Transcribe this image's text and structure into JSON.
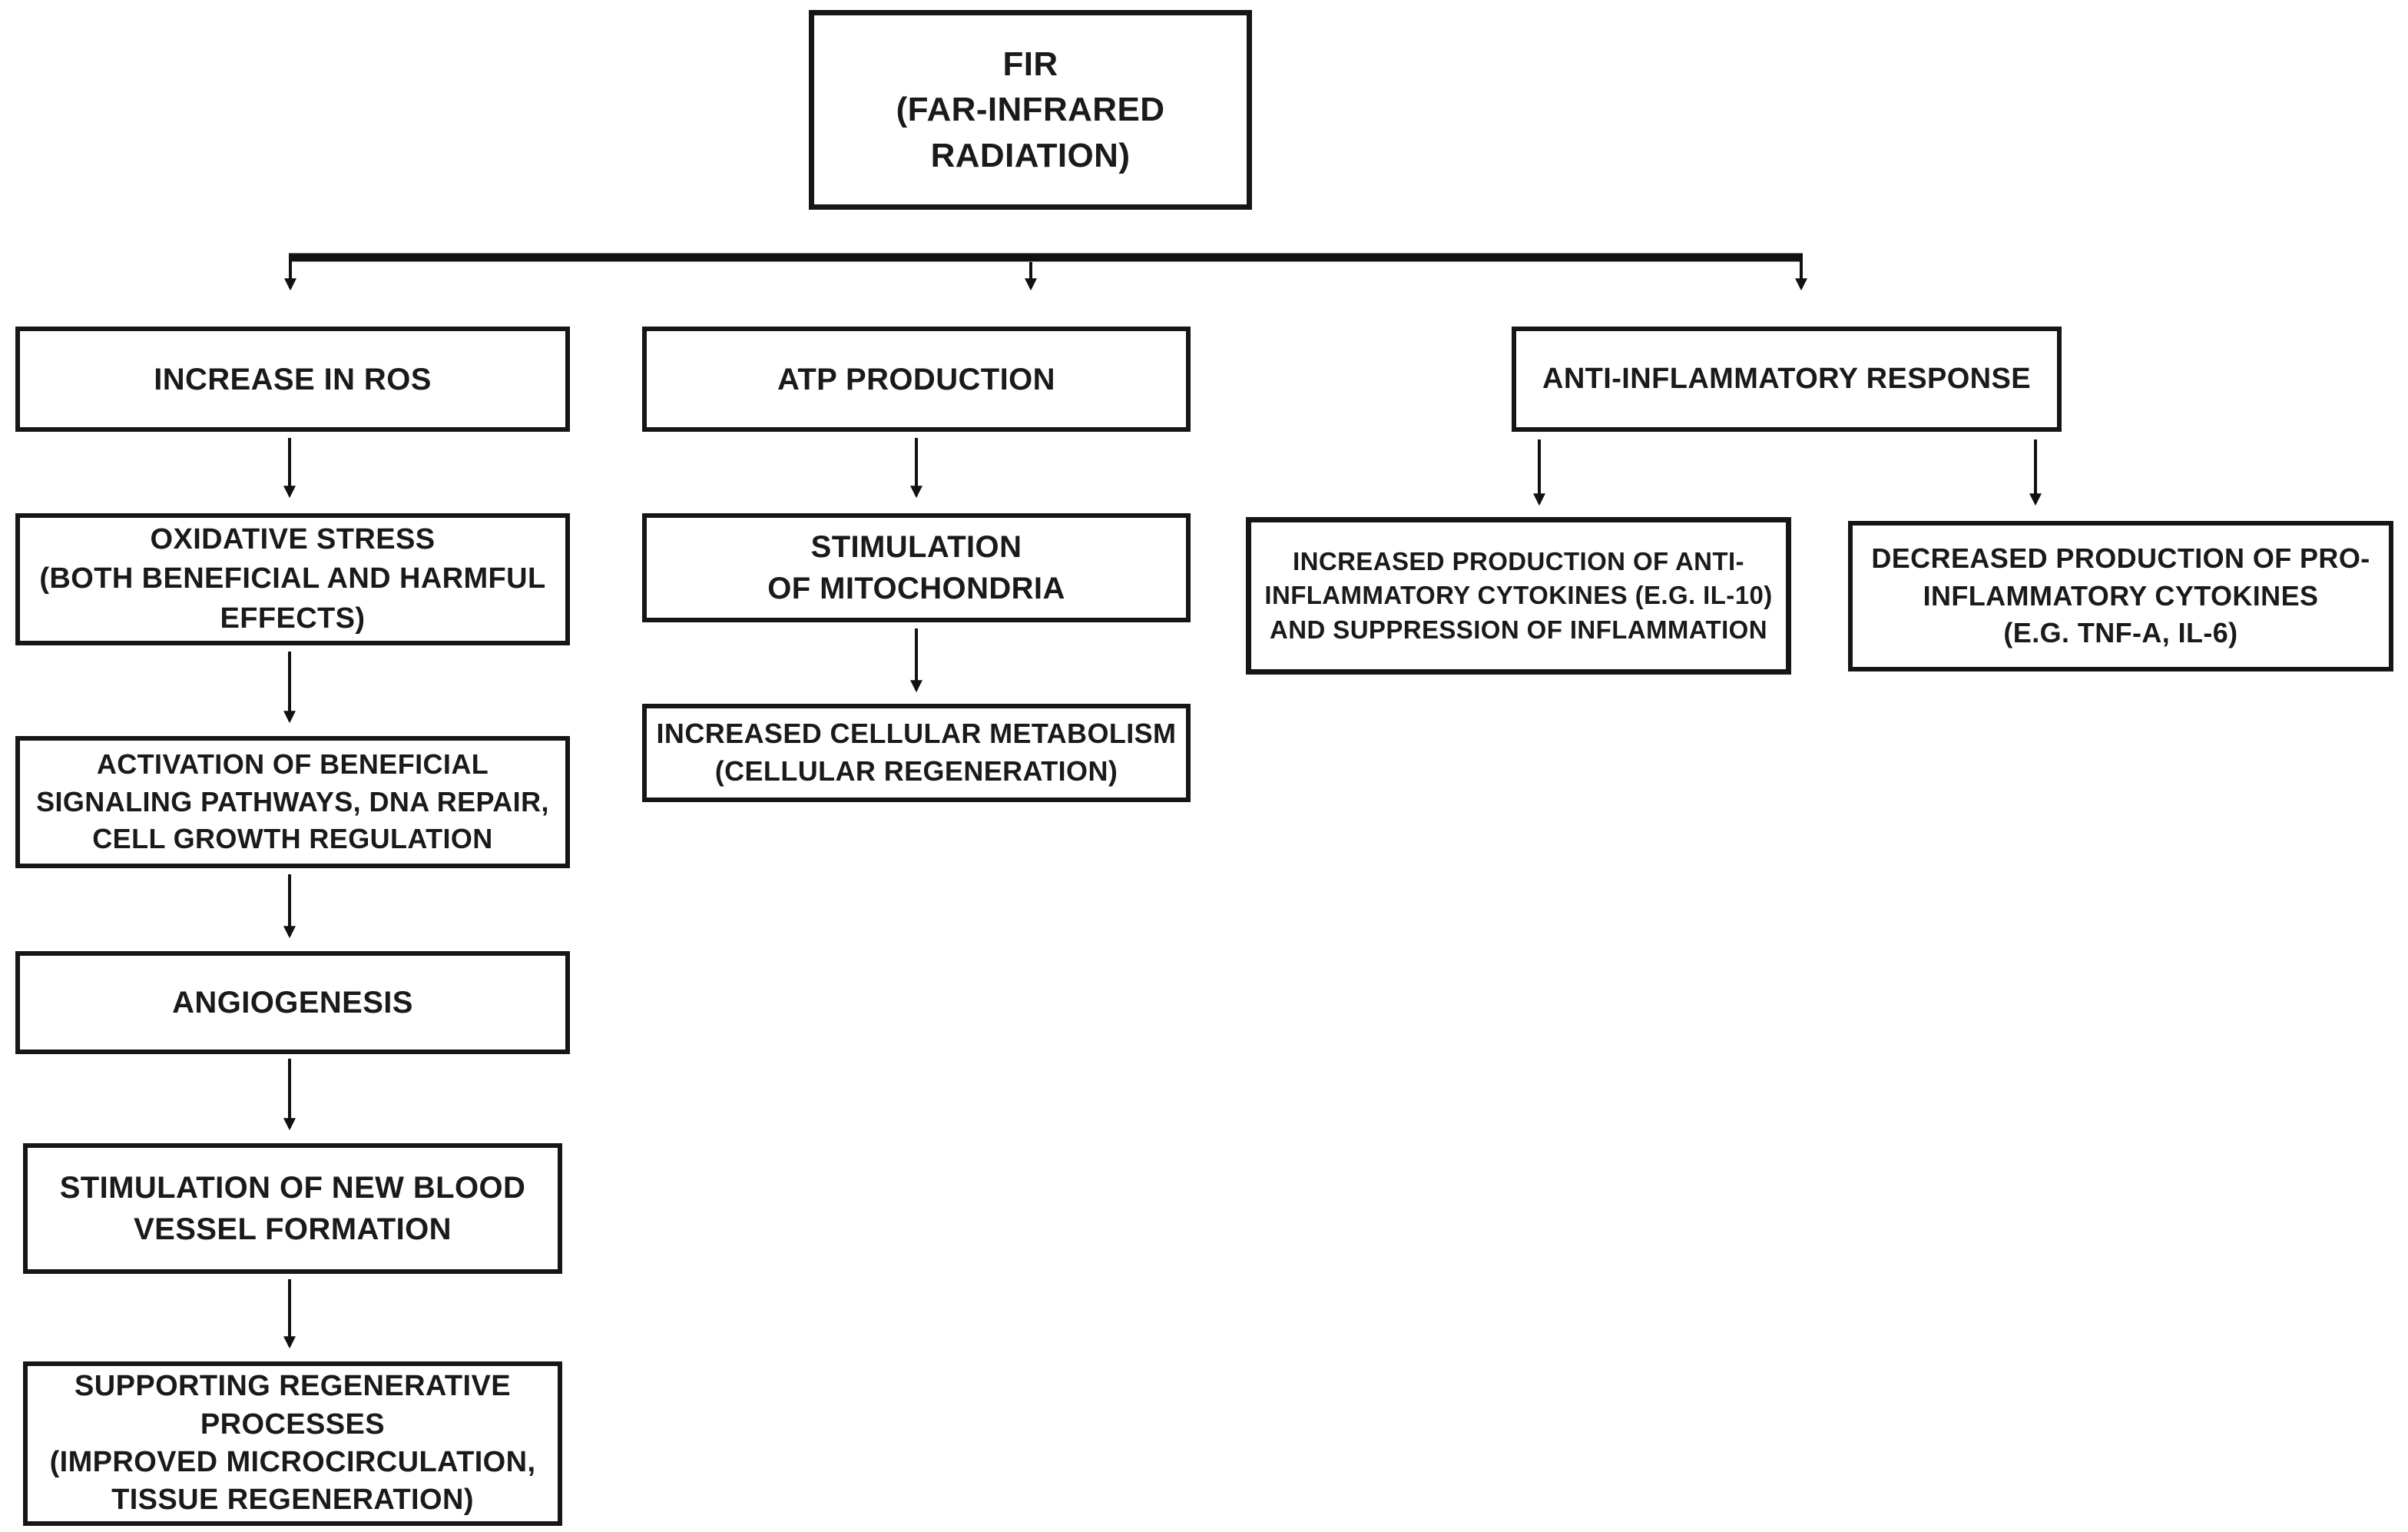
{
  "diagram": {
    "colors": {
      "background": "#ffffff",
      "box_border": "#161616",
      "text": "#1a1a1a",
      "connector": "#111111"
    },
    "nodes": {
      "fir": {
        "label": "FIR\n(FAR-INFRARED\nRADIATION)"
      },
      "increase_ros": {
        "label": "INCREASE IN ROS"
      },
      "atp": {
        "label": "ATP PRODUCTION"
      },
      "anti_inflammatory": {
        "label": "ANTI-INFLAMMATORY RESPONSE"
      },
      "oxidative": {
        "label": "OXIDATIVE STRESS\n(BOTH BENEFICIAL AND HARMFUL\nEFFECTS)"
      },
      "activation": {
        "label": "ACTIVATION OF BENEFICIAL\nSIGNALING PATHWAYS, DNA REPAIR,\nCELL GROWTH REGULATION"
      },
      "angiogenesis": {
        "label": "ANGIOGENESIS"
      },
      "new_blood": {
        "label": "STIMULATION OF NEW BLOOD\nVESSEL FORMATION"
      },
      "supporting": {
        "label": "SUPPORTING REGENERATIVE\nPROCESSES\n(IMPROVED MICROCIRCULATION,\nTISSUE REGENERATION)"
      },
      "mitochondria": {
        "label": "STIMULATION\nOF MITOCHONDRIA"
      },
      "metabolism": {
        "label": "INCREASED CELLULAR METABOLISM\n(CELLULAR REGENERATION)"
      },
      "anti_cytokines": {
        "label": "INCREASED PRODUCTION OF ANTI-\nINFLAMMATORY CYTOKINES (E.G. IL-10)\nAND SUPPRESSION OF INFLAMMATION"
      },
      "pro_cytokines": {
        "label": "DECREASED PRODUCTION OF PRO-\nINFLAMMATORY CYTOKINES\n(E.G. TNF-A, IL-6)"
      }
    },
    "edges": [
      {
        "from": "fir",
        "to": "increase_ros"
      },
      {
        "from": "fir",
        "to": "atp"
      },
      {
        "from": "fir",
        "to": "anti_inflammatory"
      },
      {
        "from": "increase_ros",
        "to": "oxidative"
      },
      {
        "from": "oxidative",
        "to": "activation"
      },
      {
        "from": "activation",
        "to": "angiogenesis"
      },
      {
        "from": "angiogenesis",
        "to": "new_blood"
      },
      {
        "from": "new_blood",
        "to": "supporting"
      },
      {
        "from": "atp",
        "to": "mitochondria"
      },
      {
        "from": "mitochondria",
        "to": "metabolism"
      },
      {
        "from": "anti_inflammatory",
        "to": "anti_cytokines"
      },
      {
        "from": "anti_inflammatory",
        "to": "pro_cytokines"
      }
    ]
  }
}
